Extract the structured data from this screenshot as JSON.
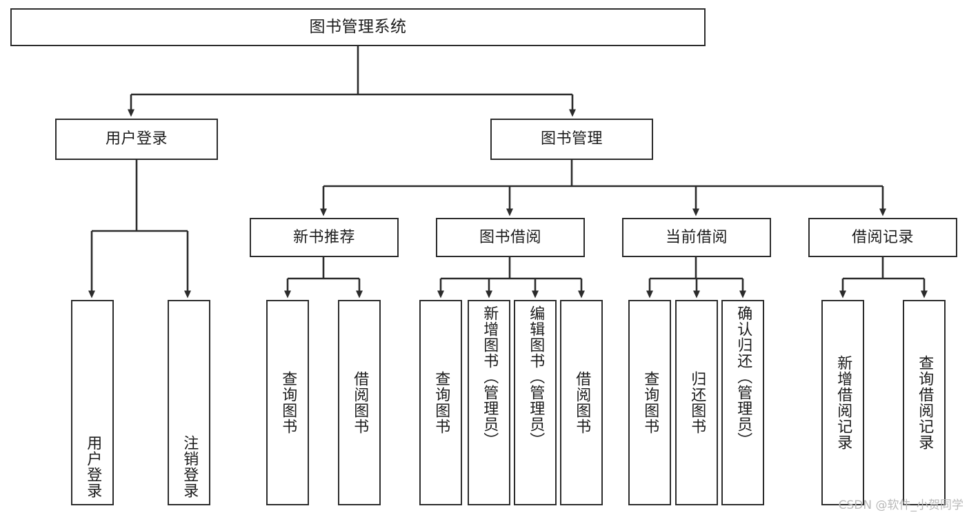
{
  "diagram": {
    "type": "tree",
    "title": "图书管理系统",
    "orientation": "top-down",
    "colors": {
      "box_border": "#2b2b2b",
      "box_fill": "#ffffff",
      "edge": "#2b2b2b",
      "text": "#1b1b1b",
      "watermark": "#b9b9b9",
      "background": "#ffffff"
    }
  },
  "root": {
    "label": "图书管理系统"
  },
  "level2": [
    {
      "label": "用户登录"
    },
    {
      "label": "图书管理"
    }
  ],
  "level3": [
    {
      "label": "新书推荐"
    },
    {
      "label": "图书借阅"
    },
    {
      "label": "当前借阅"
    },
    {
      "label": "借阅记录"
    }
  ],
  "leaves": {
    "user_login": [
      {
        "label": "用户登录"
      },
      {
        "label": "注销登录"
      }
    ],
    "new_book": [
      {
        "label": "查询图书"
      },
      {
        "label": "借阅图书"
      }
    ],
    "book_borrow": [
      {
        "label": "查询图书"
      },
      {
        "label": "新增图书（管理员）"
      },
      {
        "label": "编辑图书（管理员）"
      },
      {
        "label": "借阅图书"
      }
    ],
    "current_borrow": [
      {
        "label": "查询图书"
      },
      {
        "label": "归还图书"
      },
      {
        "label": "确认归还（管理员）"
      }
    ],
    "borrow_record": [
      {
        "label": "新增借阅记录"
      },
      {
        "label": "查询借阅记录"
      }
    ]
  },
  "watermark": {
    "text": "CSDN @软件_小贺同学"
  }
}
